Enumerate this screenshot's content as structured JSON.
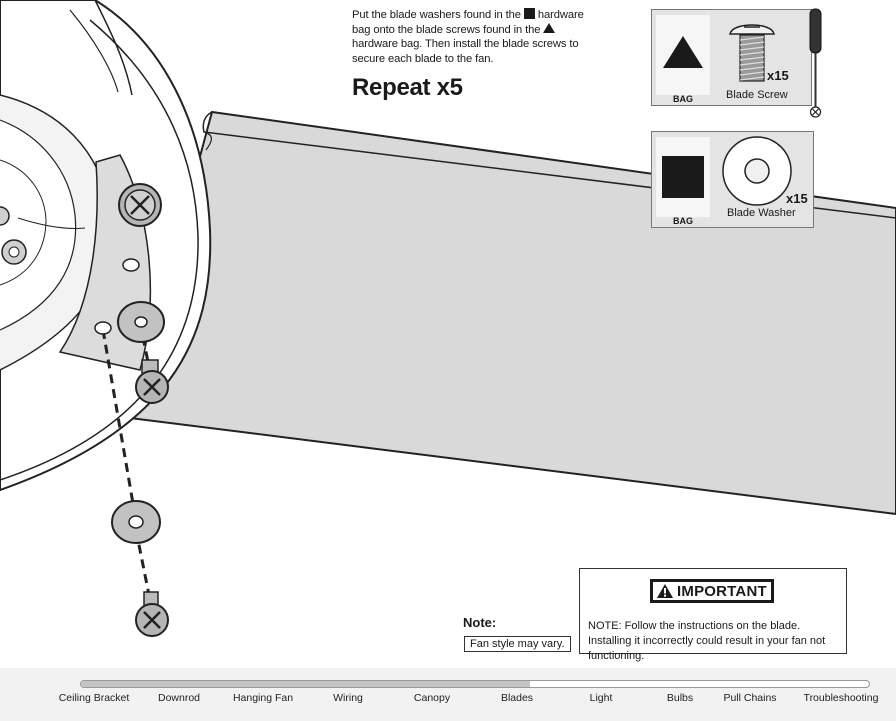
{
  "instruction": {
    "line1_before": "Put the blade washers found in the",
    "line1_after": "hardware",
    "line2_before": "bag onto the blade screws found in the",
    "line3": "hardware bag. Then install the blade screws to",
    "line4": "secure each blade to the fan.",
    "repeat": "Repeat x5"
  },
  "hardware": [
    {
      "bag_label": "BAG",
      "bag_symbol": "triangle-icon",
      "part": "Blade Screw",
      "qty": "x15"
    },
    {
      "bag_label": "BAG",
      "bag_symbol": "square-icon",
      "part": "Blade Washer",
      "qty": "x15"
    }
  ],
  "note": {
    "title": "Note:",
    "tag": "Fan style may vary."
  },
  "important": {
    "badge": "IMPORTANT",
    "text": "NOTE: Follow the instructions on the blade. Installing it incorrectly could result in your fan not functioning."
  },
  "progress": {
    "fraction": 0.57,
    "steps": [
      "Ceiling Bracket",
      "Downrod",
      "Hanging Fan",
      "Wiring",
      "Canopy",
      "Blades",
      "Light",
      "Bulbs",
      "Pull Chains",
      "Troubleshooting"
    ]
  }
}
